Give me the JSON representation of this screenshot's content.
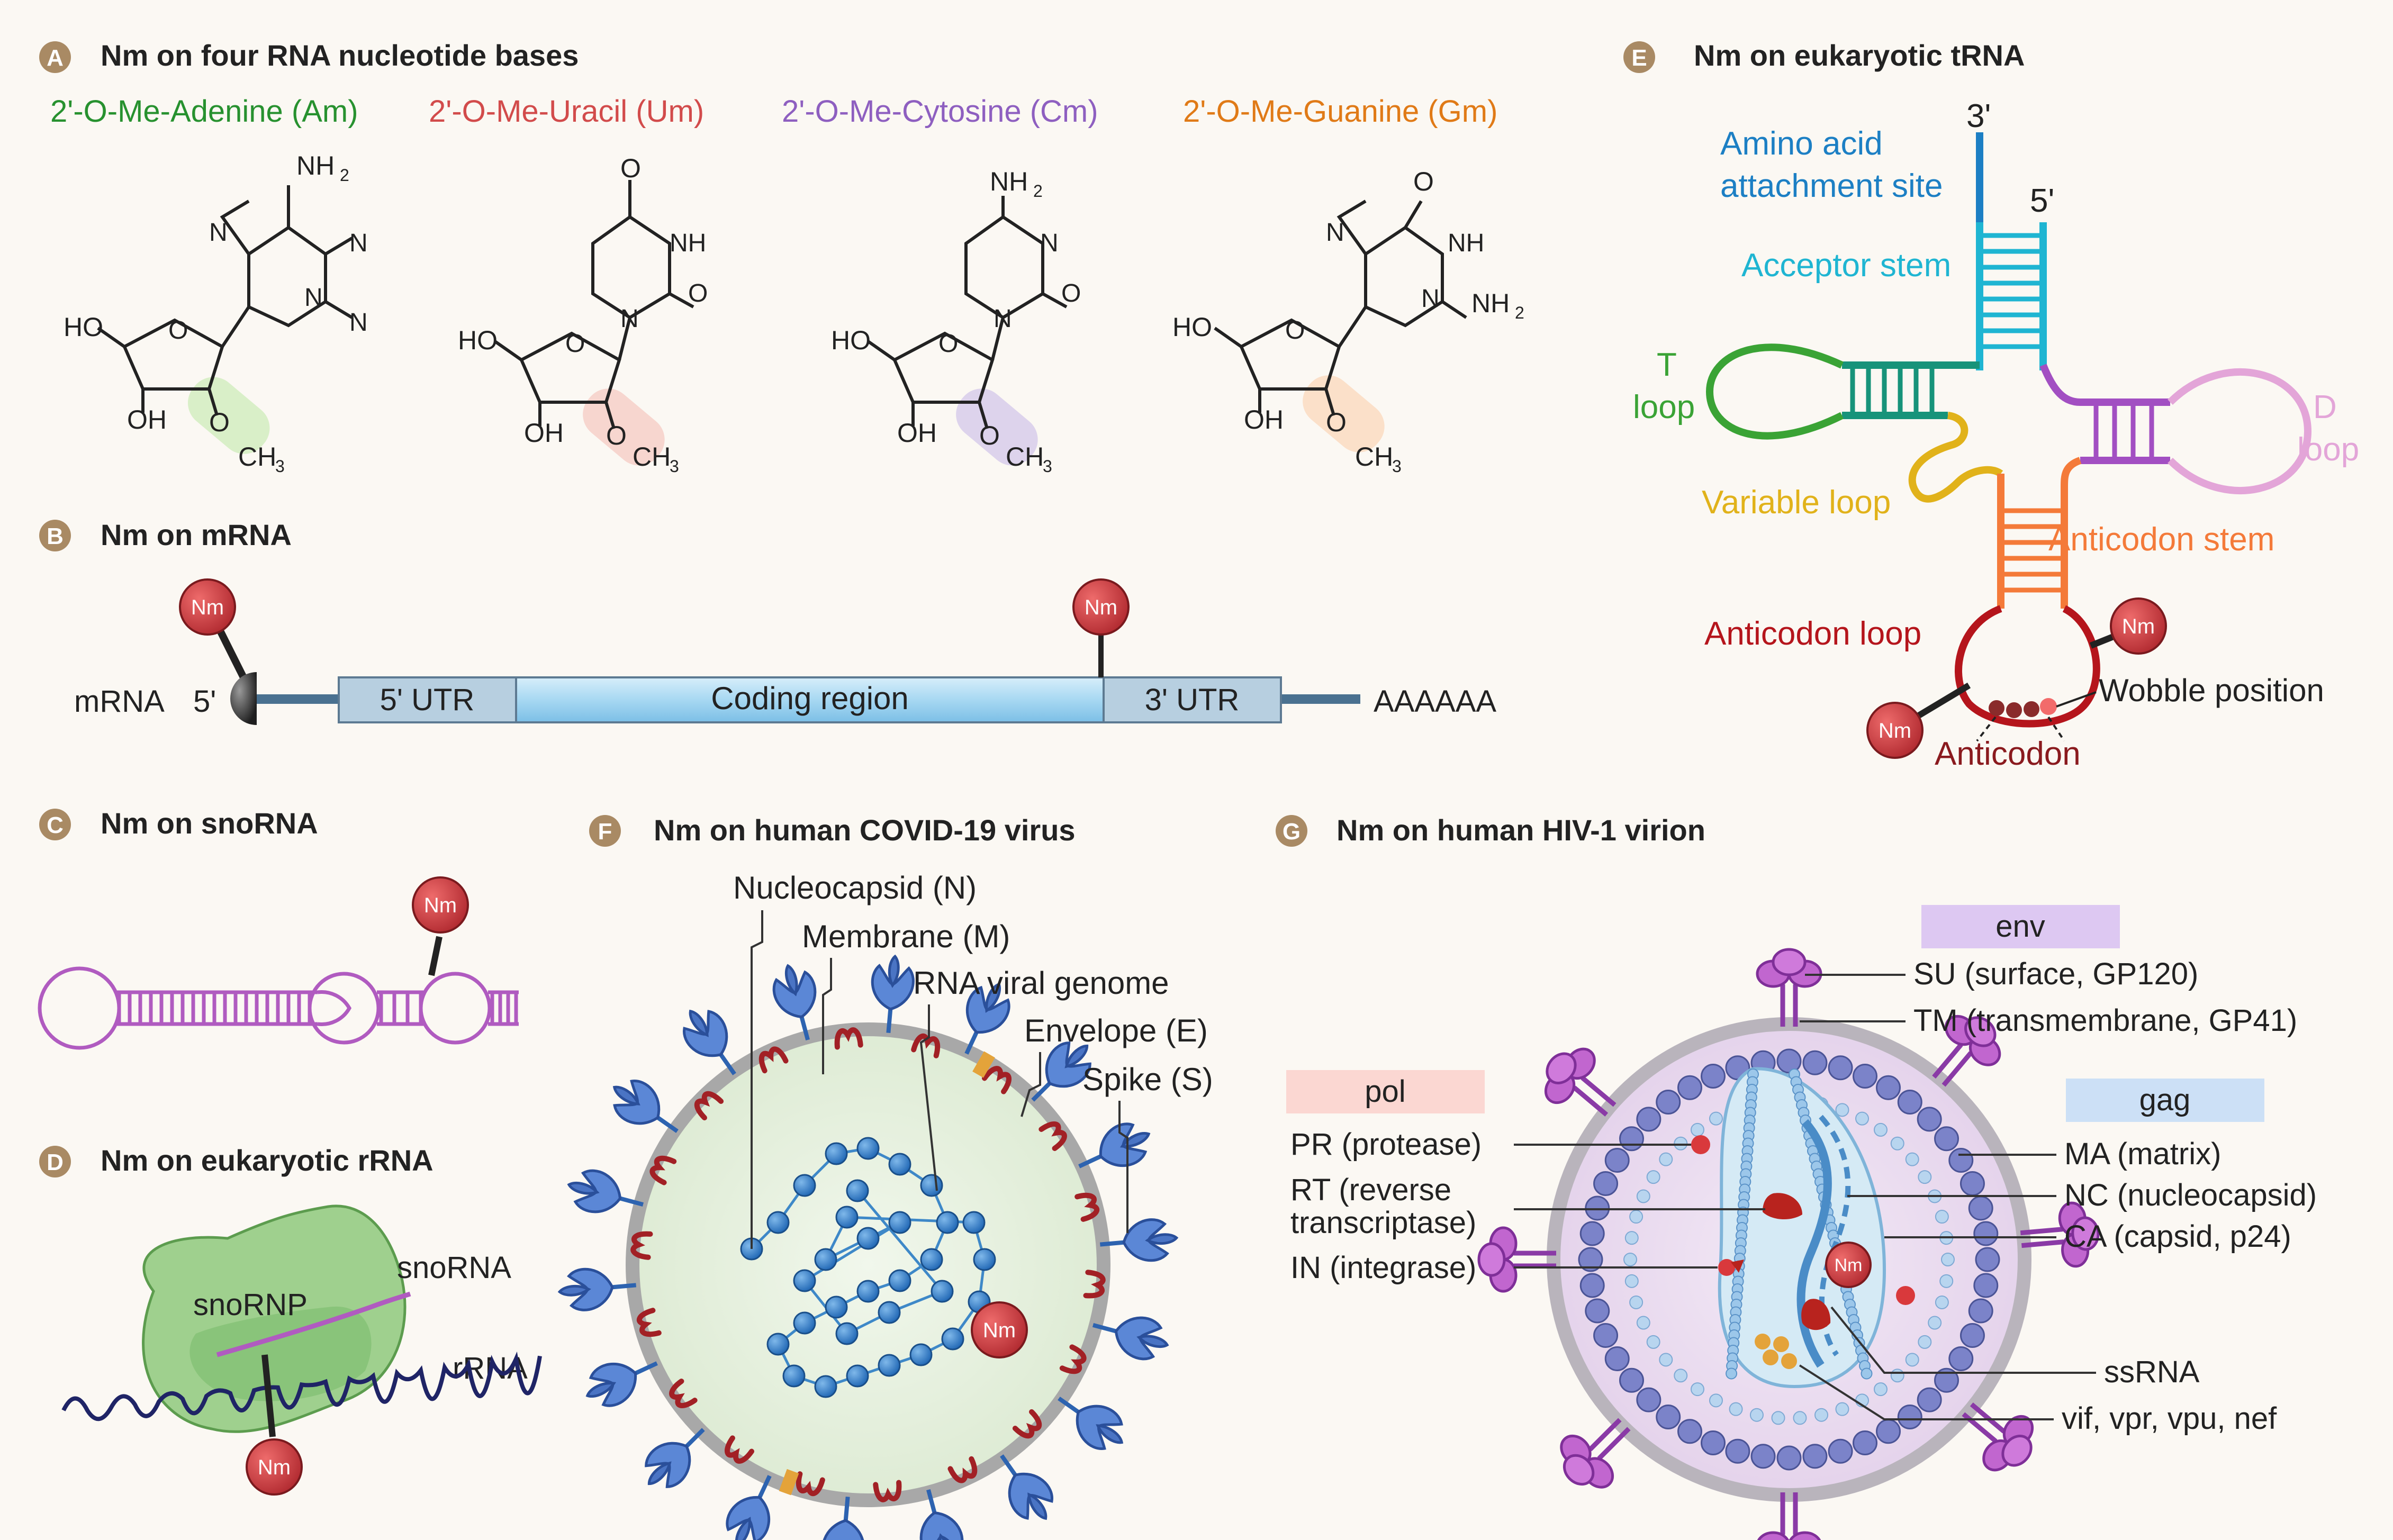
{
  "panels": {
    "A": {
      "letter": "A",
      "title": "Nm on four RNA nucleotide bases",
      "bases": [
        {
          "name": "2'-O-Me-Adenine (Am)",
          "color": "#27912f"
        },
        {
          "name": "2'-O-Me-Uracil (Um)",
          "color": "#d24b4b"
        },
        {
          "name": "2'-O-Me-Cytosine (Cm)",
          "color": "#8e5fc0"
        },
        {
          "name": "2'-O-Me-Guanine (Gm)",
          "color": "#e07a17"
        }
      ],
      "atoms": {
        "nh2": "NH",
        "sub2": "2",
        "n": "N",
        "nh": "NH",
        "o": "O",
        "ho": "HO",
        "oh": "OH",
        "ch3": "CH",
        "sub3": "3"
      }
    },
    "B": {
      "letter": "B",
      "title": "Nm on mRNA",
      "mrna_label": "mRNA",
      "five_prime": "5'",
      "utr5": "5' UTR",
      "coding": "Coding region",
      "utr3": "3' UTR",
      "polya": "AAAAAA"
    },
    "C": {
      "letter": "C",
      "title": "Nm on snoRNA"
    },
    "D": {
      "letter": "D",
      "title": "Nm on eukaryotic rRNA",
      "snornp": "snoRNP",
      "snorna": "snoRNA",
      "rrna": "rRNA"
    },
    "E": {
      "letter": "E",
      "title": "Nm on eukaryotic tRNA",
      "three_prime": "3'",
      "five_prime": "5'",
      "amino_acid_1": "Amino acid",
      "amino_acid_2": "attachment site",
      "acceptor_stem": "Acceptor stem",
      "t_1": "T",
      "t_2": "loop",
      "d_1": "D",
      "d_2": "loop",
      "variable_loop": "Variable loop",
      "anticodon_stem": "Anticodon stem",
      "anticodon_loop": "Anticodon loop",
      "wobble": "Wobble position",
      "anticodon": "Anticodon",
      "colors": {
        "acceptor": "#1fb5d2",
        "amino": "#1c7fc4",
        "t": "#3aa335",
        "tstem": "#17937a",
        "variable": "#e1b21a",
        "d": "#e3a5d8",
        "dstem": "#a24fc2",
        "astem": "#f47a39",
        "aloop": "#b5151c"
      }
    },
    "F": {
      "letter": "F",
      "title": "Nm on human COVID-19 virus",
      "labels": [
        "Nucleocapsid (N)",
        "Membrane (M)",
        "RNA viral genome",
        "Envelope (E)",
        "Spike (S)"
      ]
    },
    "G": {
      "letter": "G",
      "title": "Nm on human HIV-1 virion",
      "env": "env",
      "pol": "pol",
      "gag": "gag",
      "su": "SU (surface, GP120)",
      "tm": "TM (transmembrane, GP41)",
      "pr": "PR (protease)",
      "rt_1": "RT (reverse",
      "rt_2": "transcriptase)",
      "in": "IN (integrase)",
      "ma": "MA (matrix)",
      "nc": "NC (nucleocapsid)",
      "ca": "CA (capsid, p24)",
      "ssrna": "ssRNA",
      "vif": "vif, vpr, vpu, nef"
    }
  },
  "nm_label": "Nm",
  "colors": {
    "nm_fill": "#c8383d",
    "badge": "#a98a64",
    "snorna": "#b05bc0",
    "rrna": "#1f2466",
    "covid_blue": "#2f7bc9",
    "hiv_purple": "#9b4fb4",
    "mrna_blue": "#9fd3ee"
  }
}
